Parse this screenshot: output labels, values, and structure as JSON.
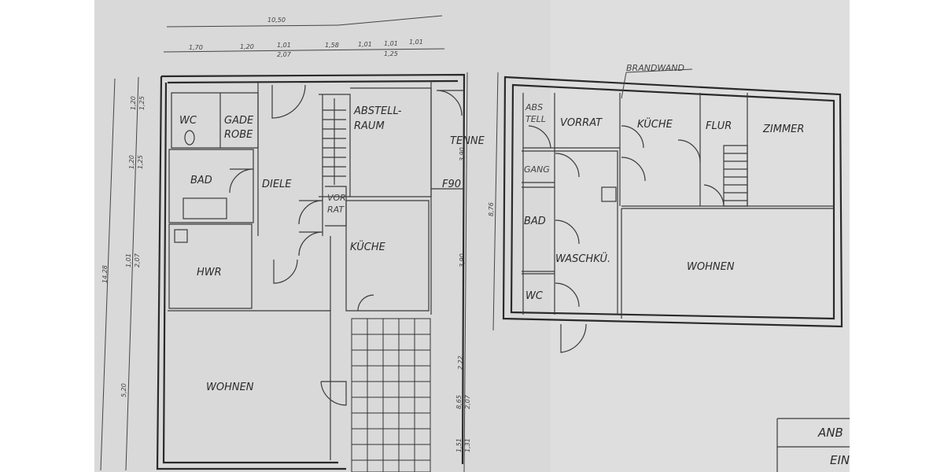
{
  "ground_floor": {
    "rooms": {
      "wc": "WC",
      "garderobe_1": "GADE",
      "garderobe_2": "ROBE",
      "diele": "DIELE",
      "abstell_1": "ABSTELL-",
      "abstell_2": "RAUM",
      "tenne": "TENNE",
      "bad": "BAD",
      "vorrat_1": "VOR",
      "vorrat_2": "RAT",
      "f90": "F90",
      "kueche": "KÜCHE",
      "hwr": "HWR",
      "wohnen": "WOHNEN"
    },
    "dimensions": {
      "total_width": "10,50",
      "w1": "1,70",
      "w2": "1,20",
      "w3": "1,01",
      "w3b": "2,07",
      "w4": "1,58",
      "w5": "1,01",
      "w6": "1,01",
      "w6b": "1,25",
      "w7": "1,01",
      "total_height": "14,28",
      "h1": "1,20",
      "h1b": "1,25",
      "h2": "1,20",
      "h2b": "1,25",
      "h3": "1,01",
      "h3b": "2,07",
      "h4": "5,20",
      "r1": "3,90",
      "r2": "3,90",
      "r3": "2,22",
      "r4": "8,65",
      "r4b": "2,07",
      "r5": "1,51",
      "r5b": "1,31"
    }
  },
  "annex": {
    "brandwand": "BRANDWAND",
    "height_dim": "8,76",
    "rooms": {
      "abstell_1": "ABS",
      "abstell_2": "TELL",
      "vorrat": "VORRAT",
      "kueche": "KÜCHE",
      "flur": "FLUR",
      "zimmer": "ZIMMER",
      "gang": "GANG",
      "bad": "BAD",
      "waschkueche": "WASCHKÜ.",
      "wc": "WC",
      "wohnen": "WOHNEN"
    }
  },
  "title_block": {
    "line1": "ANB",
    "line2": "EIN"
  },
  "colors": {
    "paper": "#d9d9d9",
    "ink": "#2a2a2a"
  }
}
